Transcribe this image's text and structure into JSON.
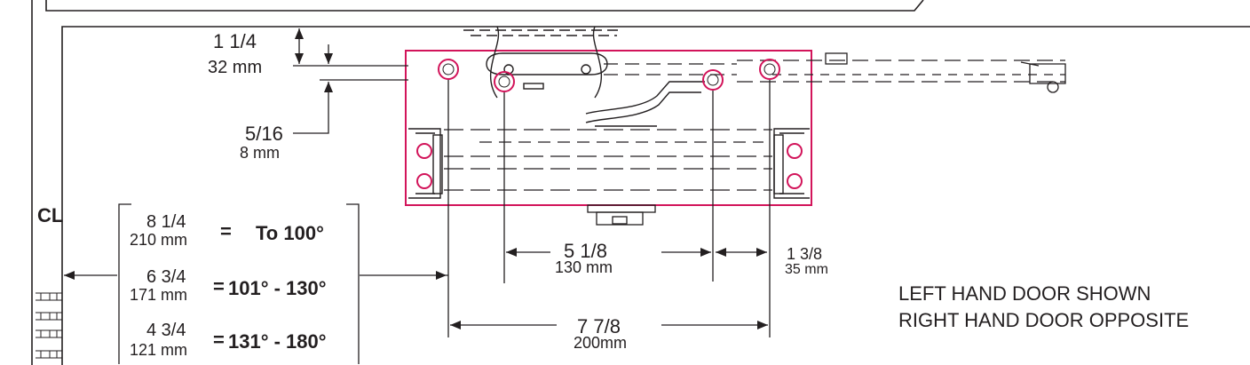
{
  "centerline_symbol": "CL",
  "dimensions": {
    "top_offset": {
      "imperial": "1 1/4",
      "metric": "32 mm"
    },
    "hole_offset": {
      "imperial": "5/16",
      "metric": "8 mm"
    },
    "center_span": {
      "imperial": "5 1/8",
      "metric": "130 mm"
    },
    "right_span": {
      "imperial": "1 3/8",
      "metric": "35 mm"
    },
    "total_span": {
      "imperial": "7 7/8",
      "metric": "200mm"
    }
  },
  "opening_table": [
    {
      "imperial": "8 1/4",
      "metric": "210 mm",
      "eq": "=",
      "range": "To 100°"
    },
    {
      "imperial": "6 3/4",
      "metric": "171 mm",
      "eq": "=",
      "range": "101° - 130°"
    },
    {
      "imperial": "4 3/4",
      "metric": "121 mm",
      "eq": "=",
      "range": "131° - 180°"
    }
  ],
  "notes": [
    "LEFT HAND DOOR SHOWN",
    "RIGHT HAND DOOR OPPOSITE"
  ],
  "colors": {
    "line": "#231f20",
    "accent": "#d2145a"
  }
}
